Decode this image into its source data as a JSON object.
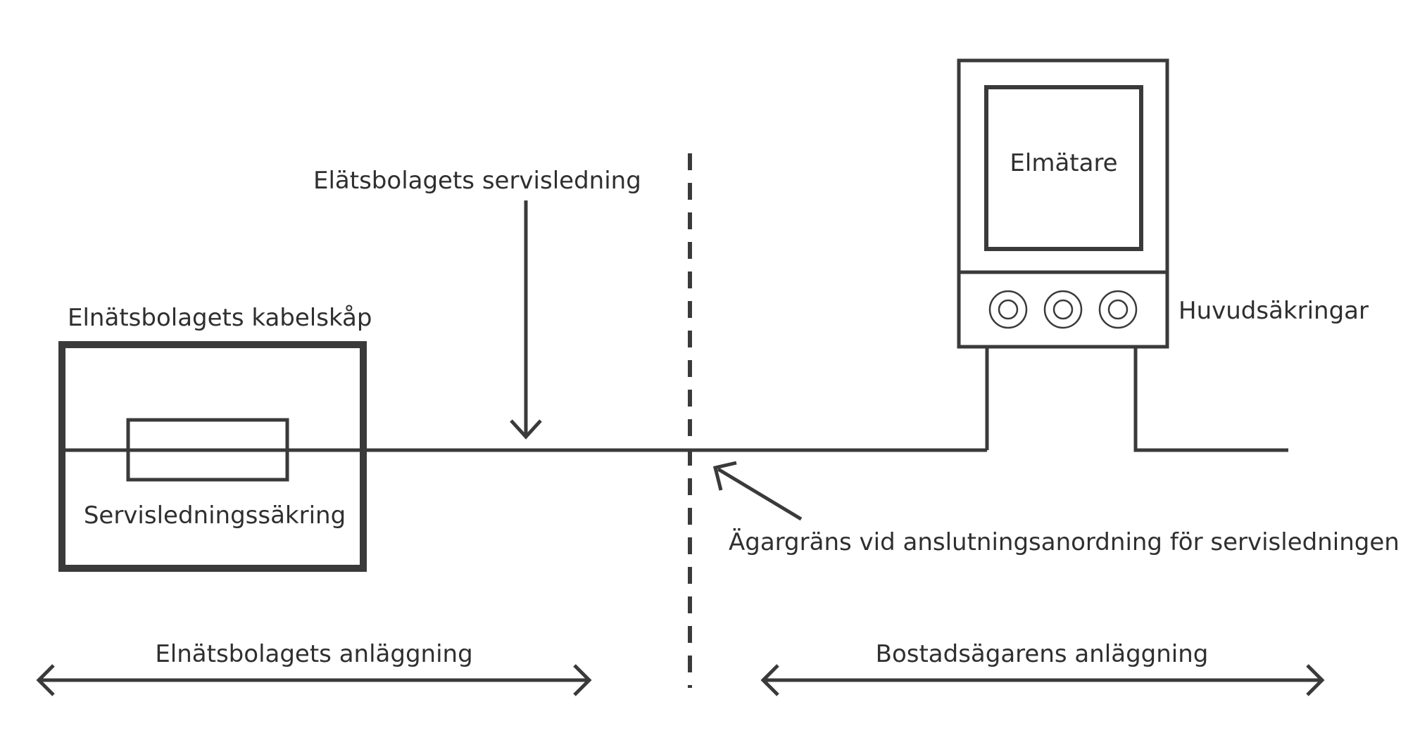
{
  "labels": {
    "cabinet_title": "Elnätsbolagets kabelskåp",
    "service_fuse": "Servisledningssäkring",
    "service_line": "Elätsbolagets servisledning",
    "meter": "Elmätare",
    "main_fuses": "Huvudsäkringar",
    "ownership_boundary": "Ägargräns vid anslutningsanordning för servisledningen",
    "grid_installation": "Elnätsbolagets anläggning",
    "owner_installation": "Bostadsägarens anläggning"
  },
  "colors": {
    "line": "#3a3a3a",
    "text": "#2f2f2f",
    "background": "#ffffff"
  }
}
